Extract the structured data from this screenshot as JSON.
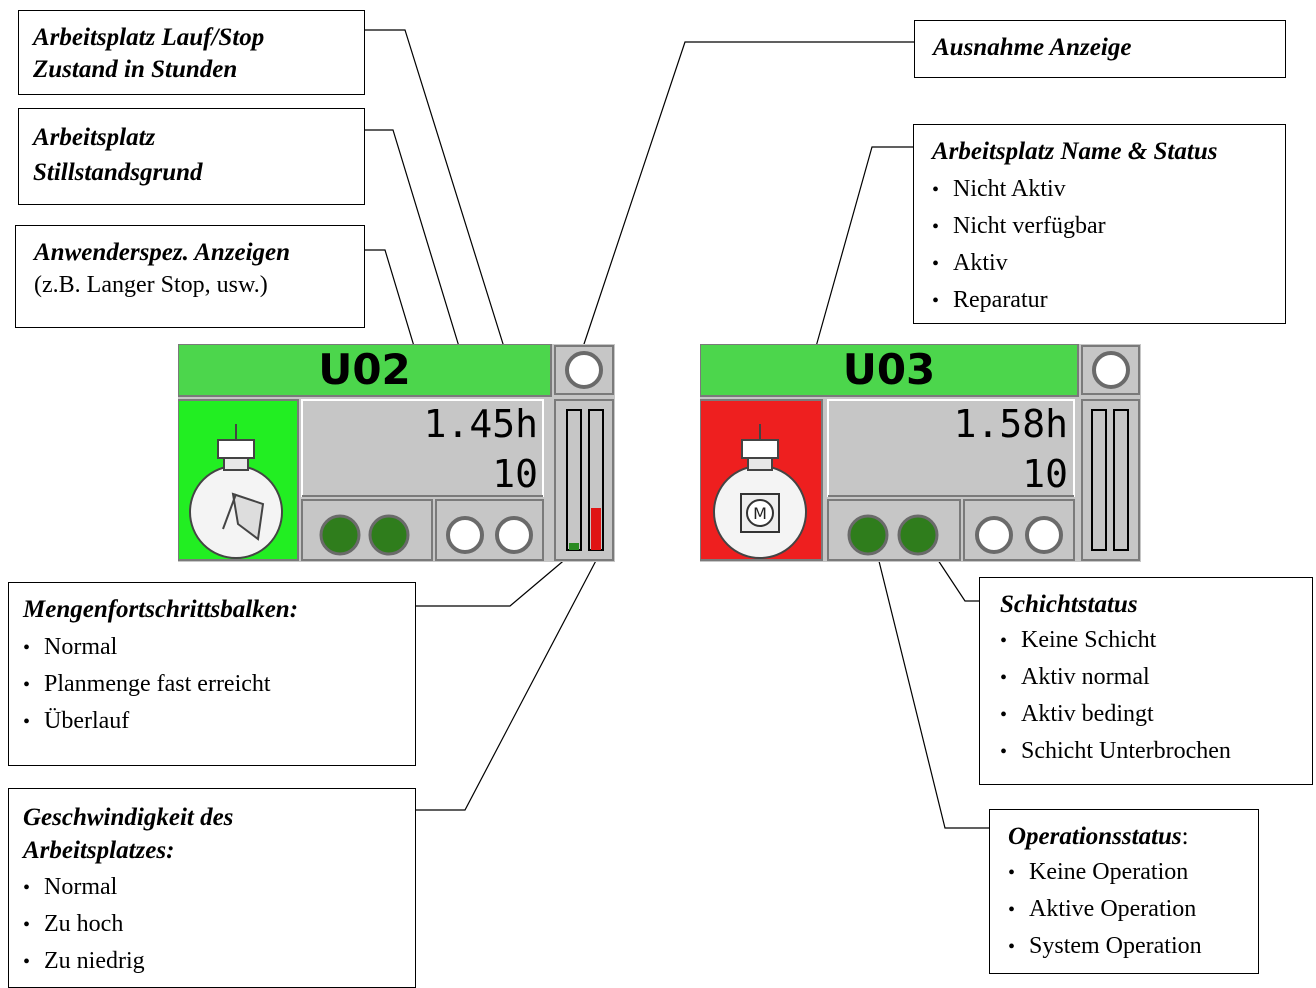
{
  "callouts": {
    "laufstop": {
      "line1": "Arbeitsplatz Lauf/Stop",
      "line2": "Zustand in Stunden"
    },
    "stillstand": {
      "line1": "Arbeitsplatz",
      "line2": "Stillstandsgrund"
    },
    "anwender": {
      "title": "Anwenderspez. Anzeigen",
      "subtitle": "(z.B. Langer Stop, usw.)"
    },
    "ausnahme": {
      "title": "Ausnahme Anzeige"
    },
    "namestatus": {
      "title": "Arbeitsplatz Name & Status",
      "items": [
        "Nicht Aktiv",
        "Nicht verfügbar",
        "Aktiv",
        "Reparatur"
      ]
    },
    "mengen": {
      "title": "Mengenfortschrittsbalken:",
      "items": [
        "Normal",
        "Planmenge fast erreicht",
        "Überlauf"
      ]
    },
    "geschw": {
      "title_line1": "Geschwindigkeit des",
      "title_line2": "Arbeitsplatzes:",
      "items": [
        "Normal",
        "Zu hoch",
        "Zu niedrig"
      ]
    },
    "schicht": {
      "title": "Schichtstatus",
      "items": [
        "Keine Schicht",
        "Aktiv normal",
        "Aktiv bedingt",
        "Schicht Unterbrochen"
      ]
    },
    "operation": {
      "title": "Operationsstatus",
      "title_suffix": ":",
      "items": [
        "Keine Operation",
        "Aktive Operation",
        "System Operation"
      ]
    }
  },
  "stations": [
    {
      "name": "U02",
      "hours": "1.45h",
      "count": "10",
      "status_color": "#22ee22",
      "icon": "bulb-fan-icon",
      "quantity_progress": 0.05,
      "speed_level": 0.3
    },
    {
      "name": "U03",
      "hours": "1.58h",
      "count": "10",
      "status_color": "#ee1f1f",
      "icon": "bulb-motor-icon",
      "quantity_progress": 0,
      "speed_level": 0
    }
  ],
  "colors": {
    "header_green": "#4cd64c",
    "led_green": "#2f7d1c",
    "bar_green": "#2a8a22",
    "bar_red": "#e01414",
    "panel_gray": "#c6c6c6"
  }
}
